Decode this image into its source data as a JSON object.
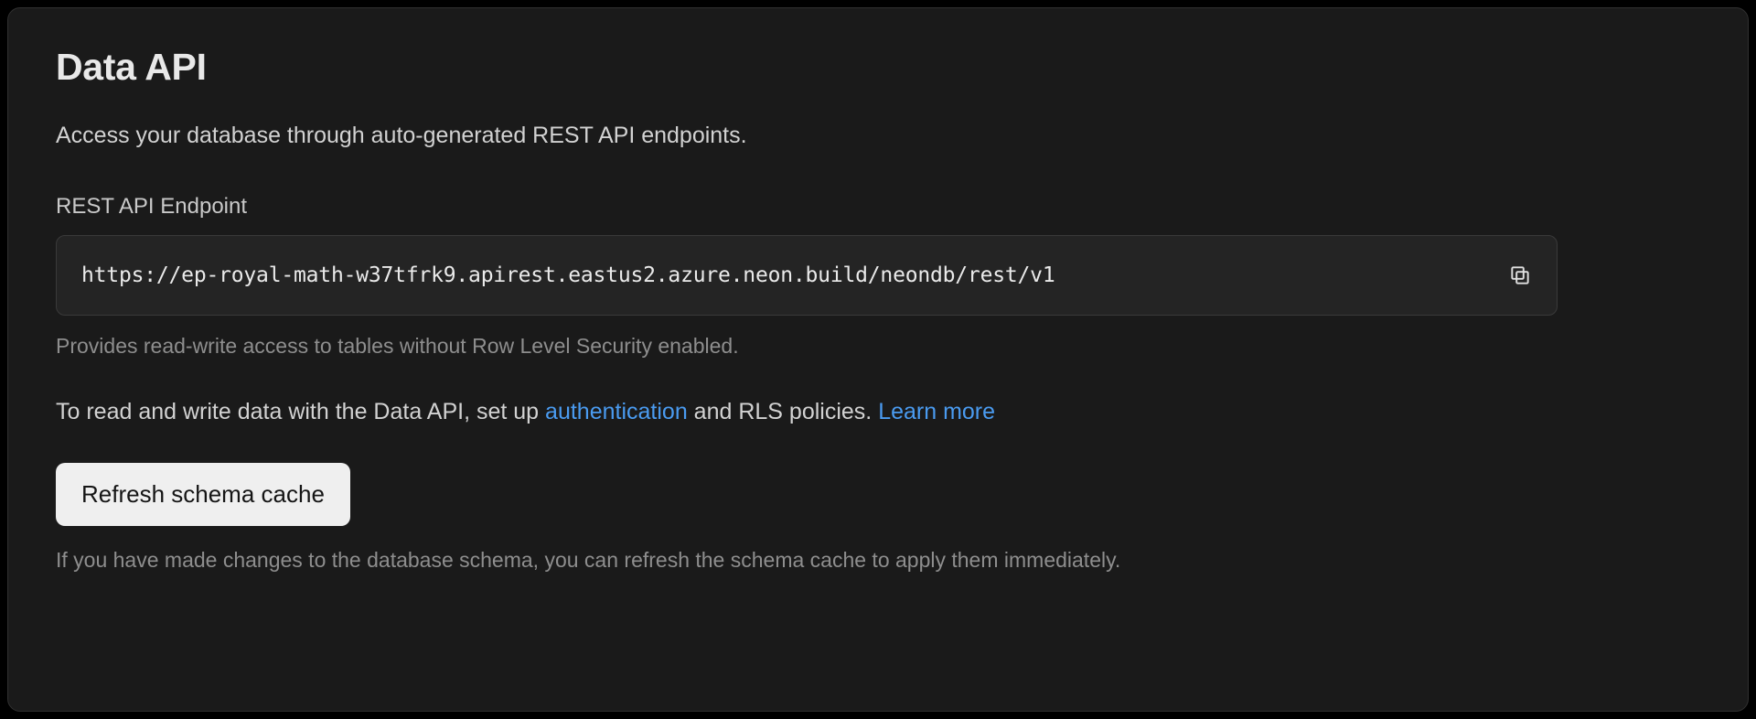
{
  "card": {
    "title": "Data API",
    "description": "Access your database through auto-generated REST API endpoints.",
    "endpoint_field": {
      "label": "REST API Endpoint",
      "value": "https://ep-royal-math-w37tfrk9.apirest.eastus2.azure.neon.build/neondb/rest/v1",
      "placeholder": "https://",
      "copy_icon": "copy-icon",
      "hint": "Provides read-write access to tables without Row Level Security enabled."
    },
    "info_paragraph": {
      "text_before": "To read and write data with the Data API, set up ",
      "link_auth": "authentication",
      "text_middle": " and RLS policies. ",
      "link_learn_more": "Learn more"
    },
    "refresh": {
      "button_label": "Refresh schema cache",
      "hint": "If you have made changes to the database schema, you can refresh the schema cache to apply them immediately."
    }
  },
  "colors": {
    "page_background": "#000000",
    "card_background": "#1a1a1a",
    "card_border": "#303030",
    "input_background": "#242424",
    "input_border": "#3a3a3a",
    "title_text": "#e8e8e8",
    "body_text": "#d2d2d2",
    "muted_text": "#8e8e8e",
    "link_blue": "#4a9bf0",
    "button_background": "#efefef",
    "button_text": "#151515",
    "mono_text": "#eaeaea"
  }
}
